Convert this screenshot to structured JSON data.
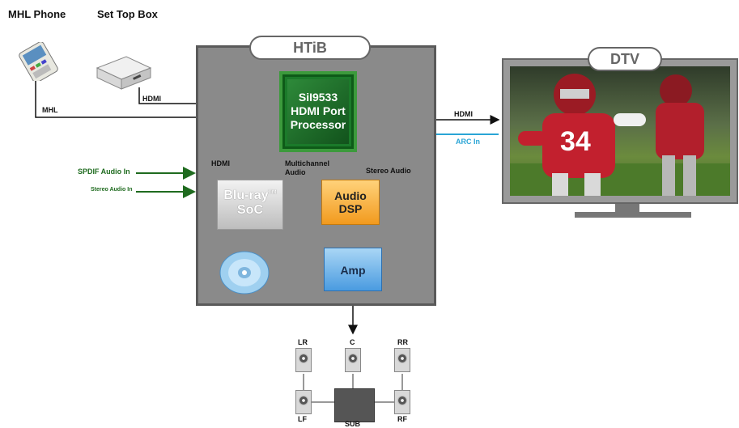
{
  "devices": {
    "mhl_phone": "MHL Phone",
    "set_top_box": "Set Top Box"
  },
  "links": {
    "mhl": "MHL",
    "hdmi_stb": "HDMI",
    "hdmi_bluray": "HDMI",
    "hdmi_out": "HDMI",
    "arc_in": "ARC In",
    "spdif_in": "SPDIF Audio In",
    "stereo_in": "Stereo Audio In",
    "multichannel_line1": "Multichannel",
    "multichannel_line2": "Audio",
    "stereo_audio": "Stereo Audio"
  },
  "htib": {
    "title": "HTiB",
    "chip_line1": "SiI9533",
    "chip_line2": "HDMI Port",
    "chip_line3": "Processor",
    "bluray_line1": "Blu-ray",
    "bluray_tm": "TM",
    "bluray_line2": "SoC",
    "dsp_line1": "Audio",
    "dsp_line2": "DSP",
    "amp": "Amp"
  },
  "tv": {
    "title": "DTV",
    "jersey_number": "34"
  },
  "speakers": {
    "lr": "LR",
    "c": "C",
    "rr": "RR",
    "lf": "LF",
    "sub": "SUB",
    "rf": "RF"
  },
  "colors": {
    "chip": "#1b7a2a",
    "dsp": "#f29a1e",
    "amp": "#4a9be0",
    "arc": "#2aa5d6",
    "audio_in": "#1f6b1f"
  }
}
